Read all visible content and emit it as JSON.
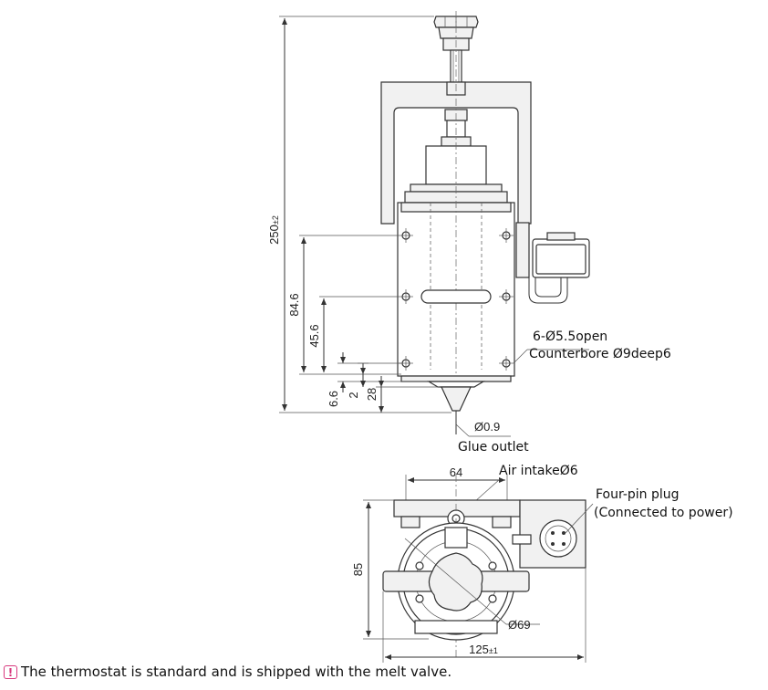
{
  "front_view": {
    "dims": {
      "total_height": "250",
      "total_height_tol": "±2",
      "d_84_6": "84.6",
      "d_45_6": "45.6",
      "d_6_6": "6.6",
      "d_2": "2",
      "d_28": "28"
    },
    "callouts": {
      "holes_line1": "6-Ø5.5open",
      "holes_line2": "Counterbore Ø9deep6",
      "outlet_dia": "Ø0.9",
      "outlet_label": "Glue outlet"
    }
  },
  "top_view": {
    "dims": {
      "d_64": "64",
      "d_85": "85",
      "d_69": "Ø69",
      "d_125": "125",
      "d_125_tol": "±1"
    },
    "callouts": {
      "air_intake": "Air intakeØ6",
      "plug_line1": "Four-pin plug",
      "plug_line2": "(Connected to power)"
    }
  },
  "note": {
    "icon": "exclamation-icon",
    "text": "The thermostat is standard and is shipped with the melt valve."
  }
}
